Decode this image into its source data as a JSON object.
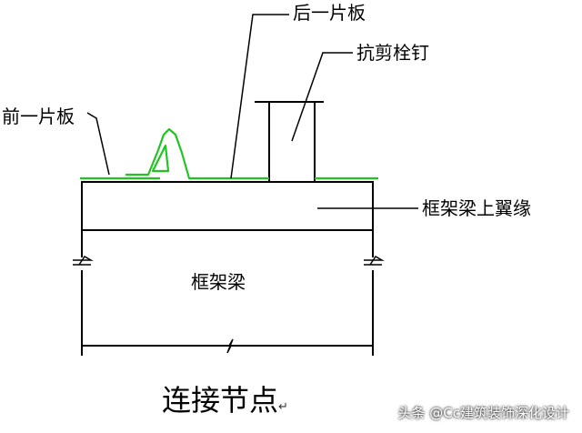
{
  "labels": {
    "rear_panel": "后一片板",
    "shear_stud": "抗剪栓钉",
    "front_panel": "前一片板",
    "flange": "框架梁上翼缘",
    "beam": "框架梁",
    "caption": "连接节点"
  },
  "caption_mark": "↵",
  "watermark": "头条 @Cc建筑装饰深化设计",
  "colors": {
    "line": "#000000",
    "deck": "#22c322",
    "background": "#ffffff"
  }
}
